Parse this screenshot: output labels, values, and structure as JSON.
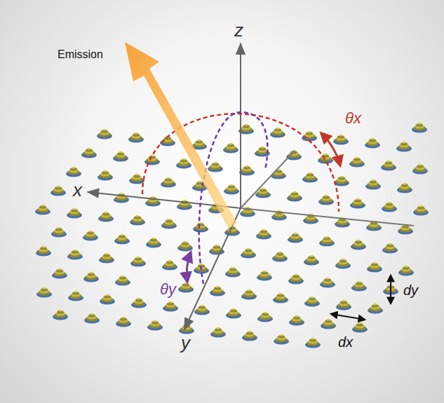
{
  "diagram": {
    "labels": [
      "Emission",
      "z",
      "x",
      "y",
      "θx",
      "θy",
      "dx",
      "dy"
    ]
  }
}
